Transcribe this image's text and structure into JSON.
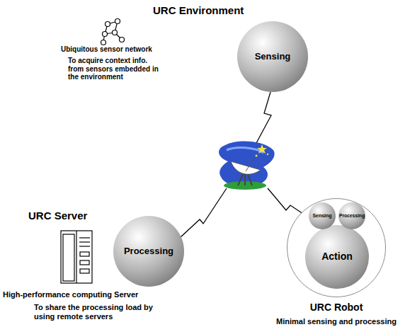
{
  "diagram": {
    "nodes": [
      {
        "text": [
          "Sensing"
        ]
      },
      {
        "text": [
          "Processing"
        ]
      },
      {
        "text": [
          "URC Robot",
          "Minimal sensing and processing"
        ]
      },
      {
        "text": [
          "Action"
        ],
        "in": 2
      },
      {
        "text": [
          "Sensing"
        ],
        "in": 2
      },
      {
        "text": [
          "Processing"
        ],
        "in": 2
      }
    ],
    "labels": [
      "URC Environment",
      "Ubiquitous sensor network",
      "To acquire context info. from sensors embedded in the environment",
      "URC Server",
      "High-performance computing Server",
      "To share the processing load by using remote servers"
    ]
  }
}
